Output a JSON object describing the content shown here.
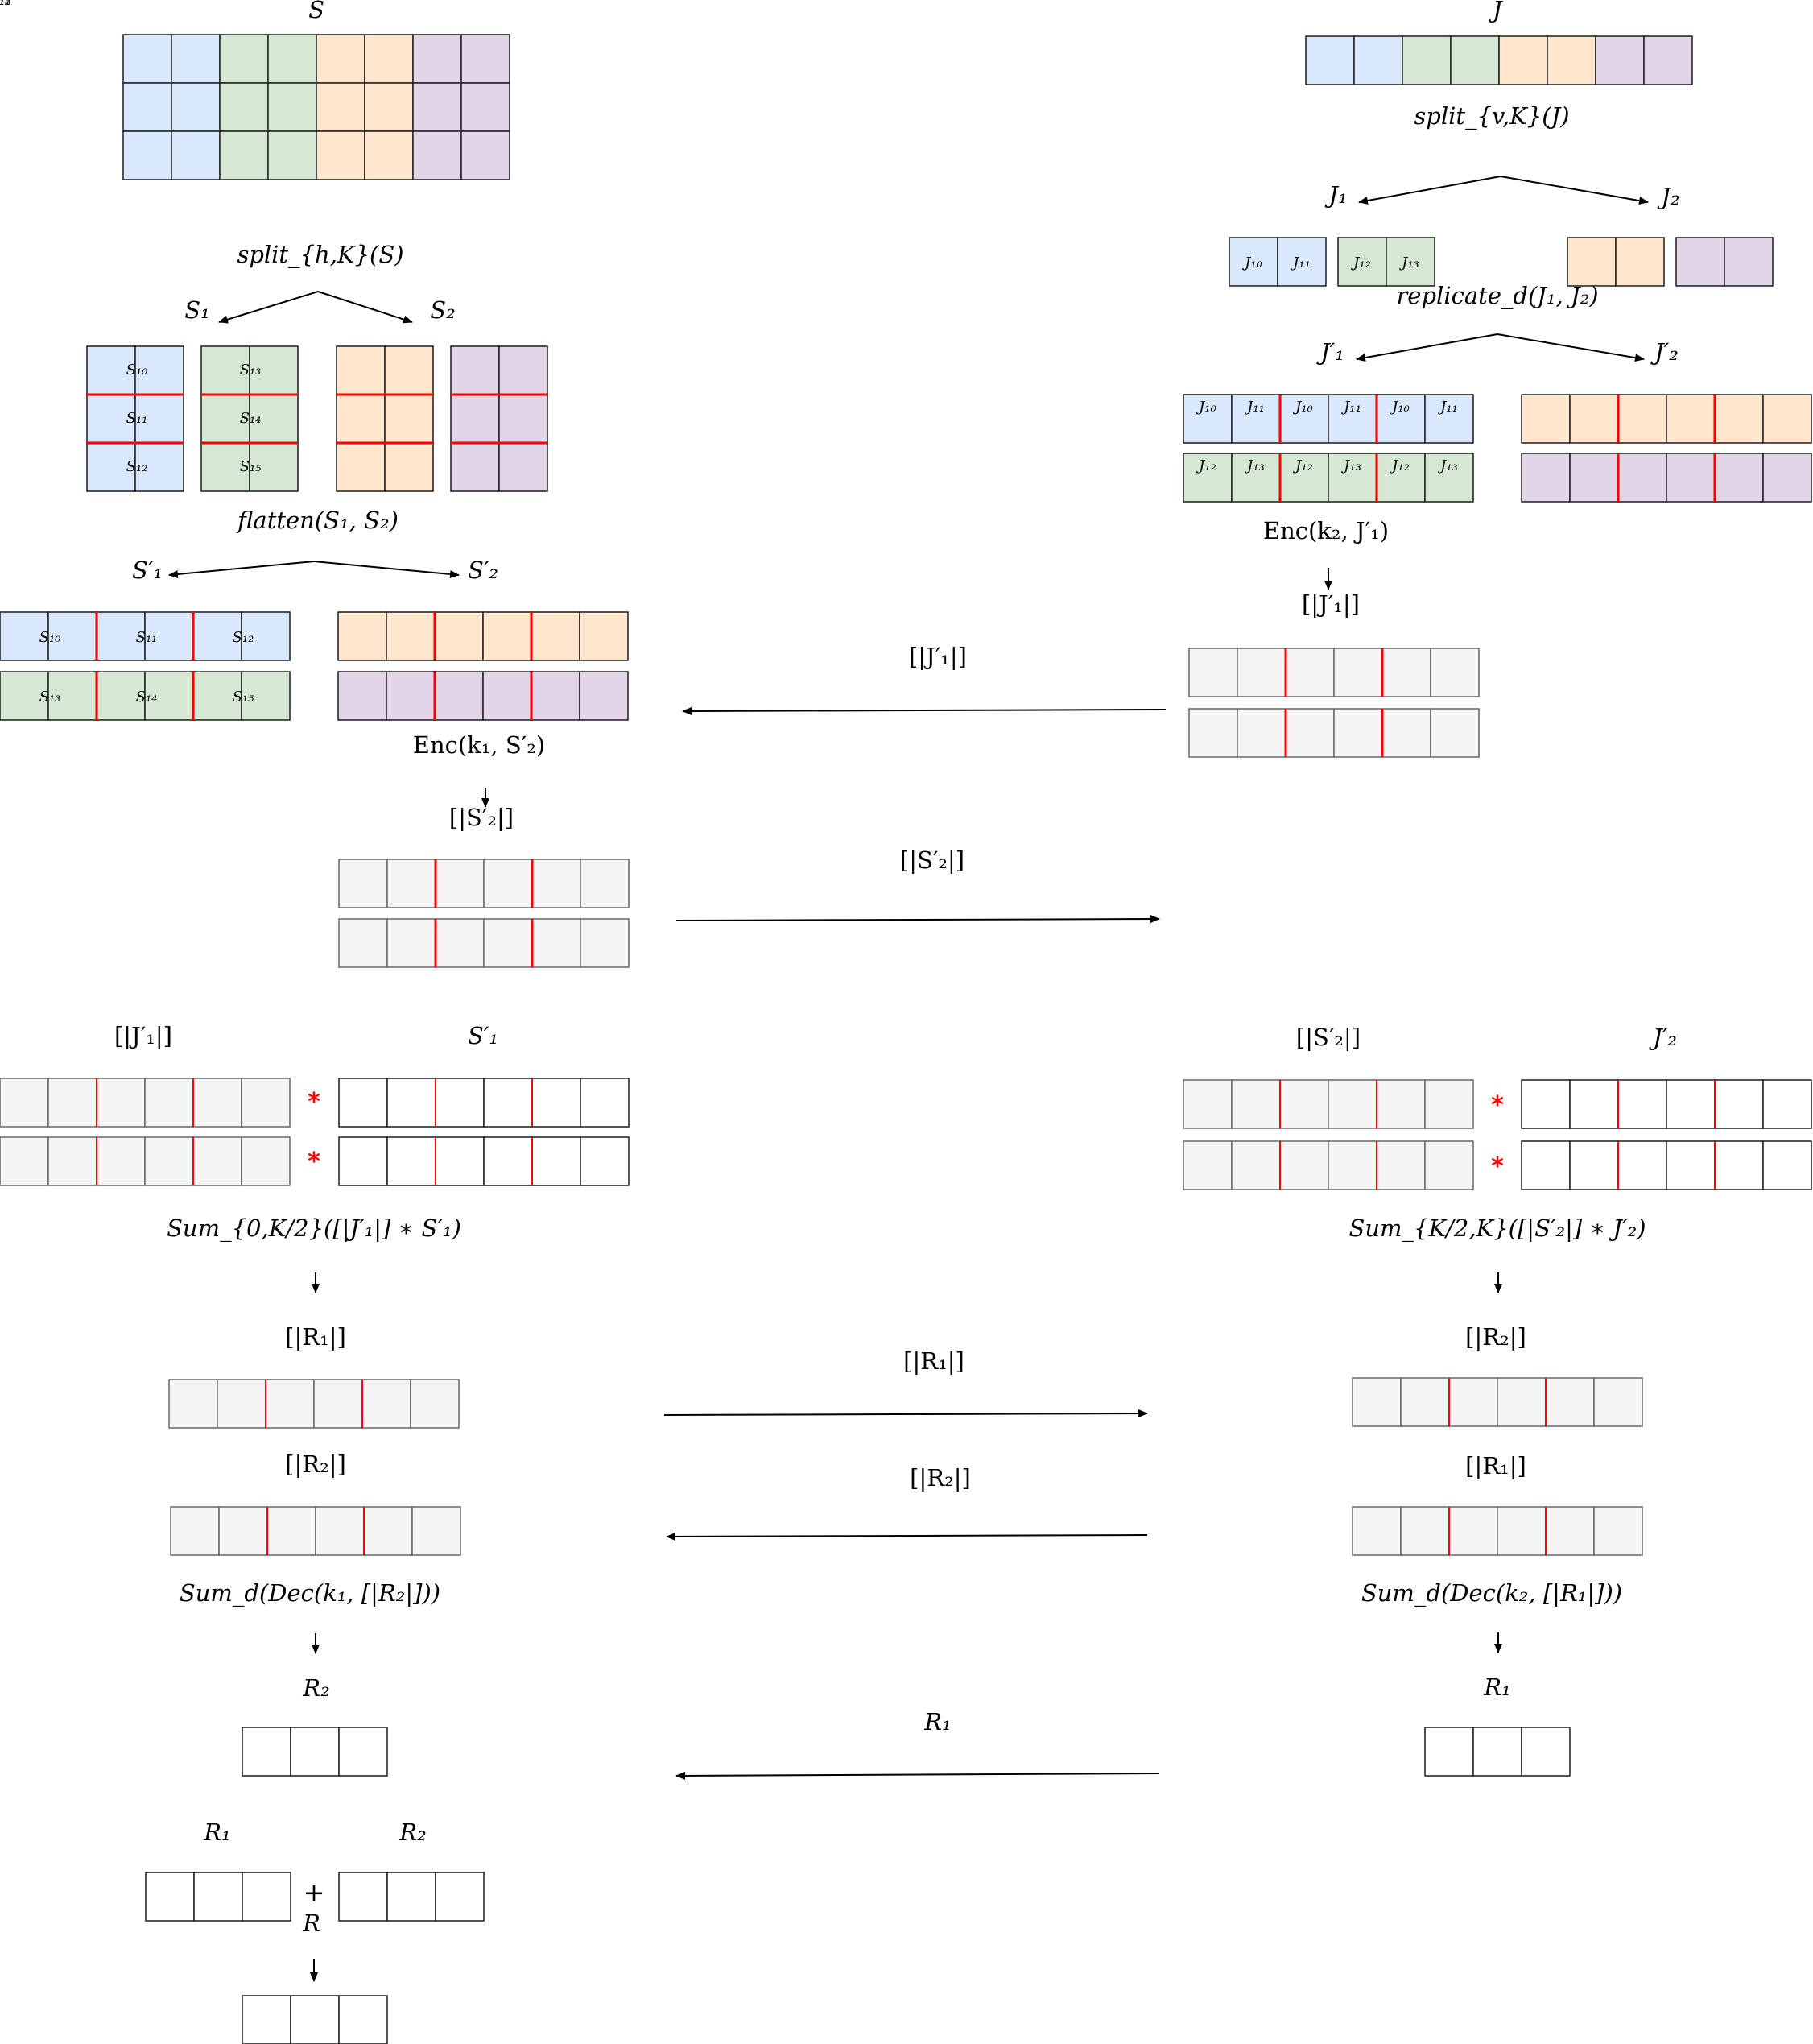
{
  "colors": {
    "blue": "#dae8fc",
    "green": "#d5e8d4",
    "orange": "#ffe6cc",
    "purple": "#e1d5e7",
    "gray": "#f5f5f5",
    "white": "#ffffff",
    "divider": "#ff0000"
  },
  "labels": {
    "S": "S",
    "J": "J",
    "split_v": "split_{v,K}(J)",
    "J1": "J₁",
    "J2": "J₂",
    "split_h": "split_{h,K}(S)",
    "S1": "S₁",
    "S2": "S₂",
    "replicate": "replicate_d(J₁, J₂)",
    "J1p": "J′₁",
    "J2p": "J′₂",
    "flatten": "flatten(S₁, S₂)",
    "S1p": "S′₁",
    "S2p": "S′₂",
    "encJ": "Enc(k₂, J′₁)",
    "encJ_res": "[|J′₁|]",
    "msgJ": "[|J′₁|]",
    "encS": "Enc(k₁, S′₂)",
    "encS_res": "[|S′₂|]",
    "msgS": "[|S′₂|]",
    "L_top_a": "[|J′₁|]",
    "L_top_b": "S′₁",
    "R_top_a": "[|S′₂|]",
    "R_top_b": "J′₂",
    "sumL": "Sum_{0,K/2}([|J′₁|] ∗ S′₁)",
    "sumR": "Sum_{K/2,K}([|S′₂|] ∗ J′₂)",
    "R1enc_L": "[|R₁|]",
    "R2enc_R": "[|R₂|]",
    "msgR1": "[|R₁|]",
    "R2enc_L": "[|R₂|]",
    "R1enc_R": "[|R₁|]",
    "msgR2": "[|R₂|]",
    "decL": "Sum_d(Dec(k₁, [|R₂|]))",
    "decR": "Sum_d(Dec(k₂, [|R₁|]))",
    "R2_L": "R₂",
    "R1_R": "R₁",
    "msgR1_plain": "R₁",
    "finalR1": "R₁",
    "finalR2": "R₂",
    "plus": "+",
    "R": "R",
    "star": "*"
  },
  "cells": {
    "S1": [
      "S₁₀",
      "S₁₁",
      "S₁₂"
    ],
    "S2": [
      "S₁₃",
      "S₁₄",
      "S₁₅"
    ],
    "J1": [
      "J₁₀",
      "J₁₁"
    ],
    "J2": [
      "J₁₂",
      "J₁₃"
    ],
    "S1p_row1": [
      "S₁₀",
      "S₁₁",
      "S₁₂"
    ],
    "S1p_row2": [
      "S₁₃",
      "S₁₄",
      "S₁₅"
    ],
    "J1p_row1": [
      "J₁₀",
      "J₁₁",
      "J₁₀",
      "J₁₁",
      "J₁₀",
      "J₁₁"
    ],
    "J1p_row2": [
      "J₁₂",
      "J₁₃",
      "J₁₂",
      "J₁₃",
      "J₁₂",
      "J₁₃"
    ]
  }
}
